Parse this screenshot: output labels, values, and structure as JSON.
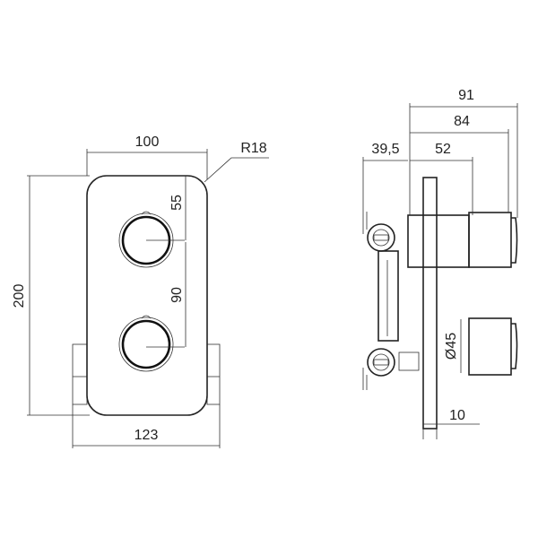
{
  "front_view": {
    "width_top": "100",
    "height": "200",
    "radius": "R18",
    "knob_offset_top": "55",
    "knob_spacing": "90",
    "width_bottom": "123"
  },
  "side_view": {
    "depth_total": "91",
    "depth_84": "84",
    "rear_depth": "39,5",
    "body_depth": "52",
    "knob_diameter": "Ø45",
    "plate_thickness": "10"
  }
}
